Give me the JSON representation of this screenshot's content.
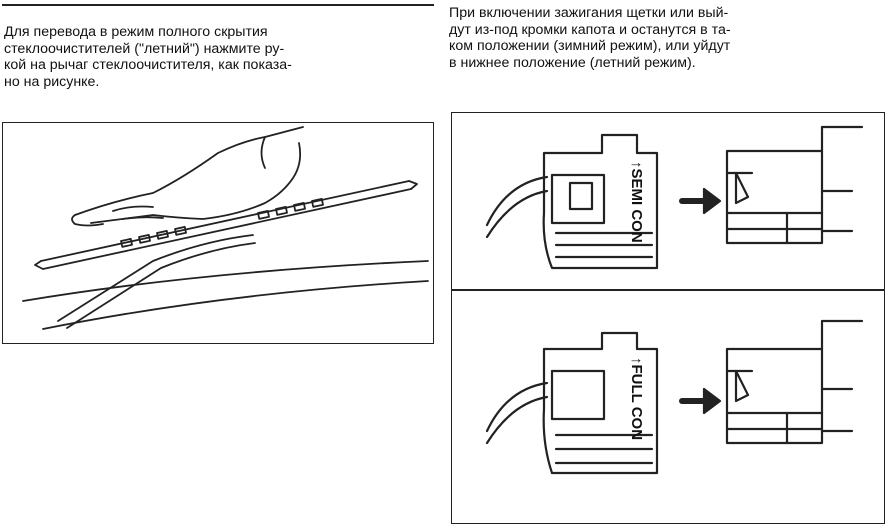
{
  "left_text": {
    "lines": [
      "Для перевода в режим полного скрытия",
      "стеклоочистителей (\"летний\") нажмите ру-",
      "кой на рычаг стеклоочистителя, как показа-",
      "но на рисунке."
    ]
  },
  "right_text": {
    "lines": [
      "При включении зажигания щетки или вый-",
      "дут из-под кромки капота и останутся в та-",
      "ком положении (зимний режим), или уйдут",
      "в нижнее положение (летний режим)."
    ]
  },
  "figure_right": {
    "top_label": "↑SEMI CON",
    "bottom_label": "↑FULL CON"
  }
}
